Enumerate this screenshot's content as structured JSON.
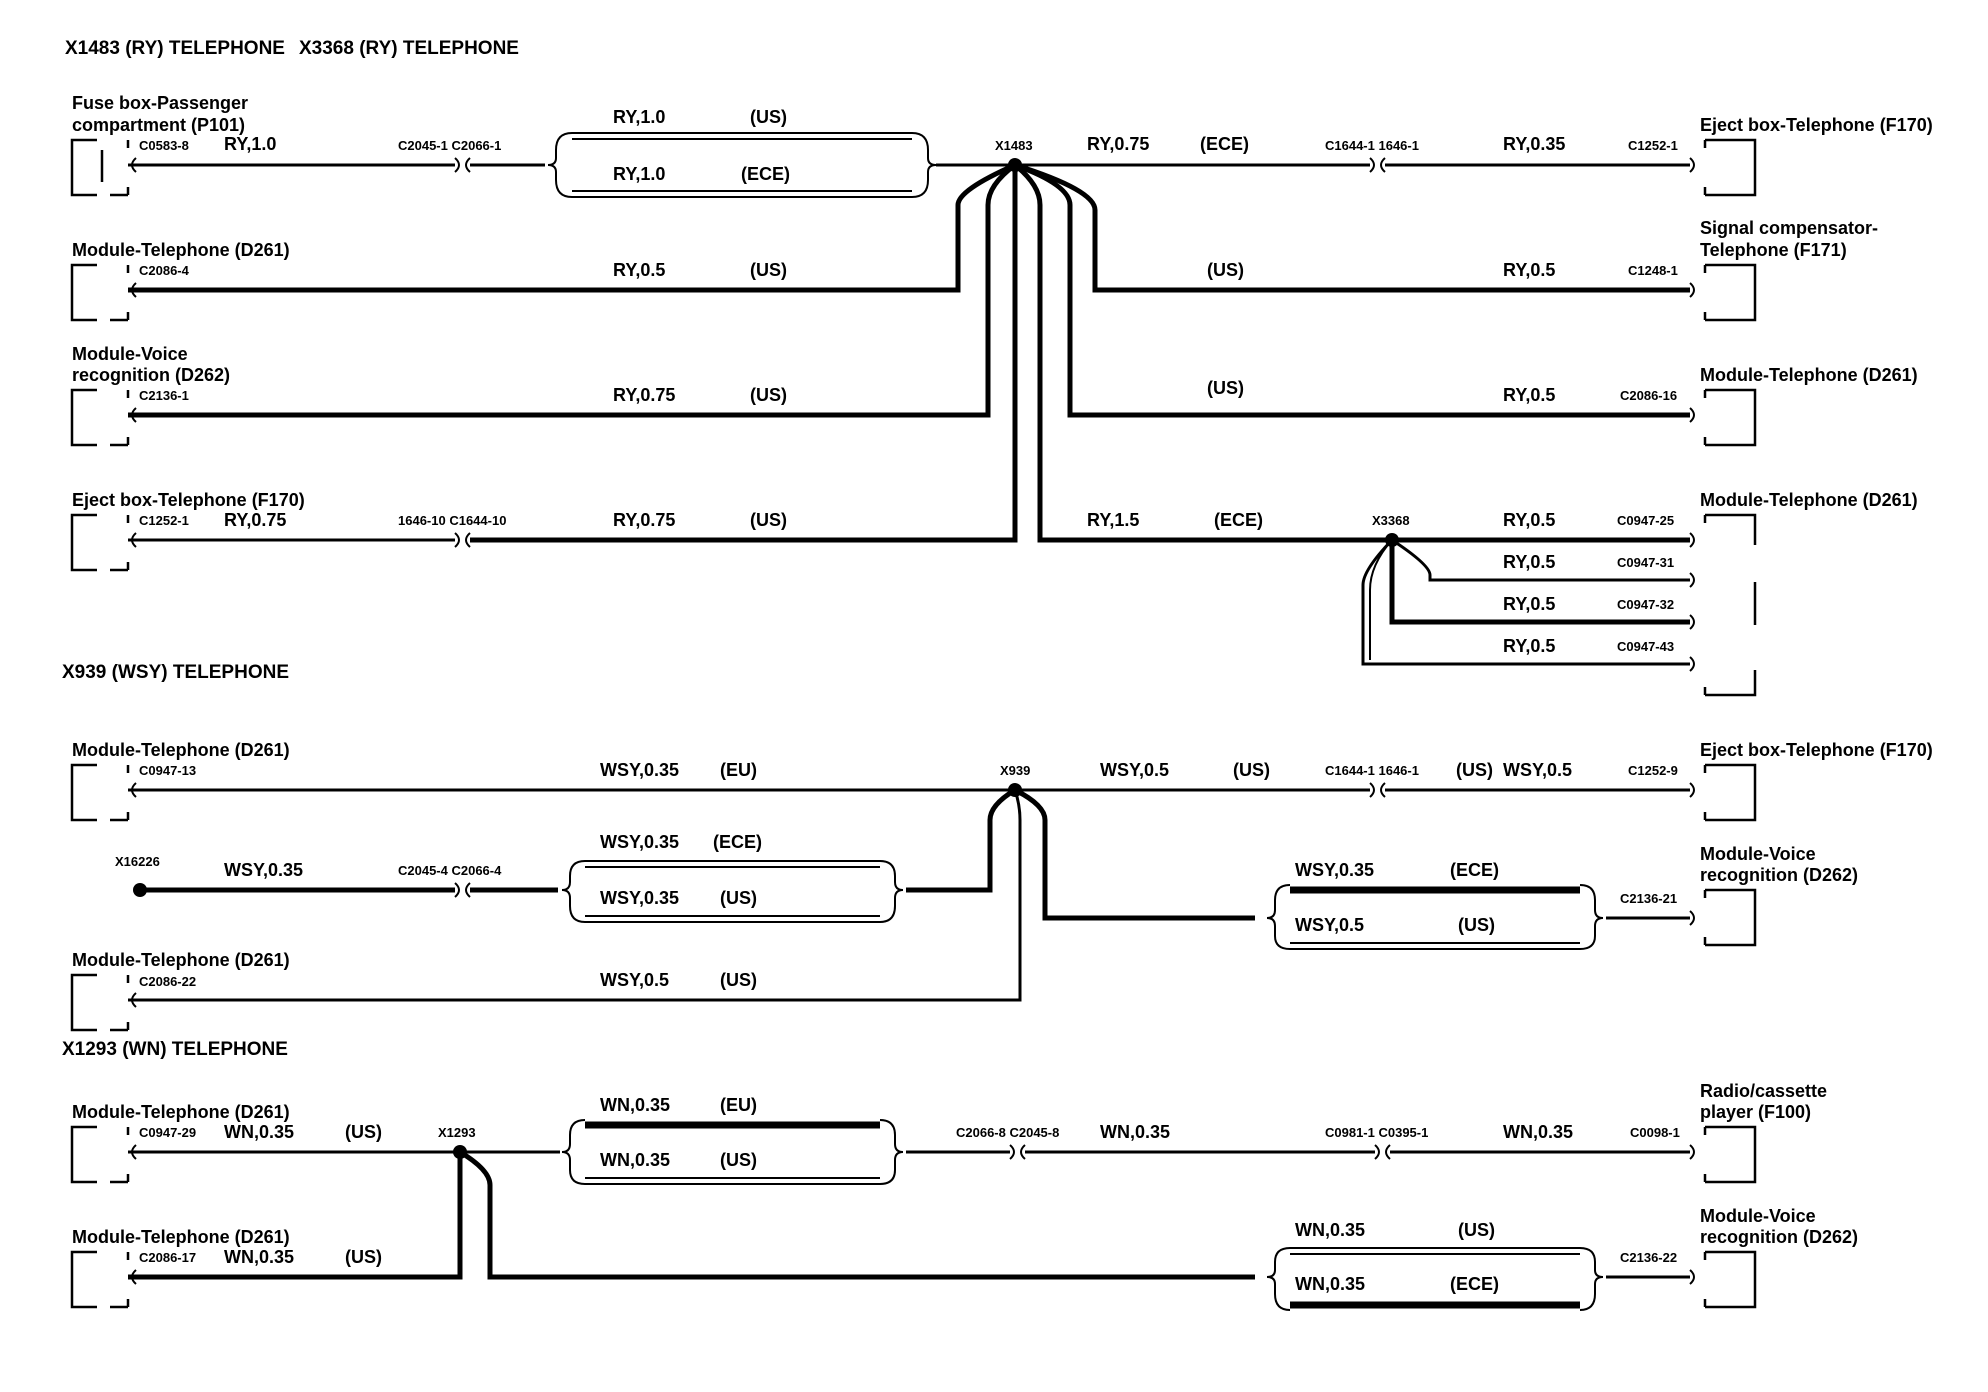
{
  "sections": [
    {
      "key": "x1483",
      "title": "X1483 (RY)  TELEPHONE"
    },
    {
      "key": "x3368",
      "title": "X3368 (RY)  TELEPHONE"
    },
    {
      "key": "x939",
      "title": "X939 (WSY)  TELEPHONE"
    },
    {
      "key": "x1293",
      "title": "X1293 (WN)  TELEPHONE"
    }
  ],
  "components": [
    {
      "key": "fuse-box-p101",
      "lines": [
        "Fuse box-Passenger",
        "compartment (P101)"
      ]
    },
    {
      "key": "module-telephone-d261-a",
      "lines": [
        "Module-Telephone (D261)"
      ]
    },
    {
      "key": "module-voice-d262-a",
      "lines": [
        "Module-Voice",
        "recognition (D262)"
      ]
    },
    {
      "key": "eject-box-f170-a",
      "lines": [
        "Eject box-Telephone (F170)"
      ]
    },
    {
      "key": "eject-box-f170-b",
      "lines": [
        "Eject box-Telephone (F170)"
      ]
    },
    {
      "key": "signal-comp-f171",
      "lines": [
        "Signal compensator-",
        "Telephone (F171)"
      ]
    },
    {
      "key": "module-telephone-d261-b",
      "lines": [
        "Module-Telephone (D261)"
      ]
    },
    {
      "key": "module-telephone-d261-c",
      "lines": [
        "Module-Telephone (D261)"
      ]
    },
    {
      "key": "module-telephone-d261-d",
      "lines": [
        "Module-Telephone (D261)"
      ]
    },
    {
      "key": "eject-box-f170-c",
      "lines": [
        "Eject box-Telephone (F170)"
      ]
    },
    {
      "key": "module-voice-d262-b",
      "lines": [
        "Module-Voice",
        "recognition (D262)"
      ]
    },
    {
      "key": "module-telephone-d261-e",
      "lines": [
        "Module-Telephone (D261)"
      ]
    },
    {
      "key": "module-telephone-d261-f",
      "lines": [
        "Module-Telephone (D261)"
      ]
    },
    {
      "key": "radio-cassette-f100",
      "lines": [
        "Radio/cassette",
        "player (F100)"
      ]
    },
    {
      "key": "module-telephone-d261-g",
      "lines": [
        "Module-Telephone (D261)"
      ]
    },
    {
      "key": "module-voice-d262-c",
      "lines": [
        "Module-Voice",
        "recognition (D262)"
      ]
    }
  ],
  "wire_labels": [
    "RY,1.0",
    "RY,1.0",
    "(US)",
    "RY,1.0",
    "(ECE)",
    "RY,0.5",
    "(US)",
    "RY,0.75",
    "(US)",
    "RY,0.75",
    "RY,0.75",
    "(US)",
    "RY,0.75",
    "(ECE)",
    "RY,0.35",
    "(US)",
    "RY,0.5",
    "(US)",
    "RY,0.5",
    "RY,1.5",
    "(ECE)",
    "RY,0.5",
    "RY,0.5",
    "RY,0.5",
    "RY,0.5",
    "WSY,0.35",
    "(EU)",
    "WSY,0.5",
    "(US)",
    "(US)",
    "WSY,0.5",
    "WSY,0.35",
    "WSY,0.35",
    "(ECE)",
    "WSY,0.35",
    "(US)",
    "WSY,0.35",
    "(ECE)",
    "WSY,0.5",
    "(US)",
    "WSY,0.5",
    "(US)",
    "WN,0.35",
    "(US)",
    "WN,0.35",
    "(EU)",
    "WN,0.35",
    "(US)",
    "WN,0.35",
    "WN,0.35",
    "WN,0.35",
    "(US)",
    "WN,0.35",
    "(US)",
    "WN,0.35",
    "(ECE)"
  ],
  "connector_labels": [
    "C0583-8",
    "C2045-1 C2066-1",
    "C2086-4",
    "C2136-1",
    "C1252-1",
    "1646-10 C1644-10",
    "C1644-1 1646-1",
    "C1252-1",
    "C1248-1",
    "C2086-16",
    "C0947-25",
    "C0947-31",
    "C0947-32",
    "C0947-43",
    "C0947-13",
    "C1644-1 1646-1",
    "C1252-9",
    "C2045-4 C2066-4",
    "C2136-21",
    "C2086-22",
    "C0947-29",
    "C2066-8 C2045-8",
    "C0981-1 C0395-1",
    "C0098-1",
    "C2086-17",
    "C2136-22"
  ],
  "splice_labels": [
    "X1483",
    "X3368",
    "X939",
    "X16226",
    "X1293"
  ]
}
